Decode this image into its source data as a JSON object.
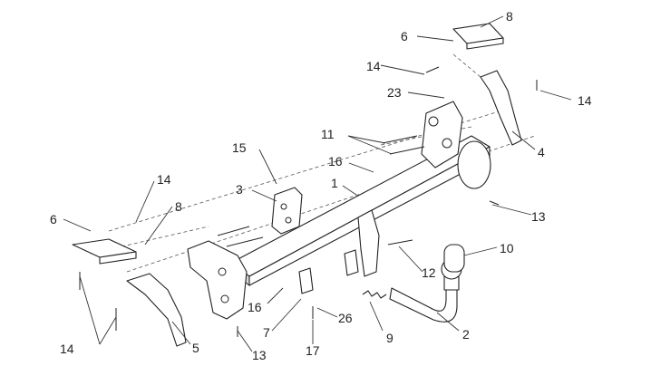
{
  "diagram": {
    "callouts": {
      "c1": "1",
      "c2": "2",
      "c3": "3",
      "c4": "4",
      "c5": "5",
      "c6": "6",
      "c7": "7",
      "c8a": "8",
      "c8b": "8",
      "c9": "9",
      "c10": "10",
      "c11": "11",
      "c12": "12",
      "c13a": "13",
      "c13b": "13",
      "c14a": "14",
      "c14b": "14",
      "c14c": "14",
      "c14d": "14",
      "c15": "15",
      "c16a": "16",
      "c16b": "16",
      "c17": "17",
      "c23": "23",
      "c26": "26",
      "c6cut": "6"
    }
  }
}
